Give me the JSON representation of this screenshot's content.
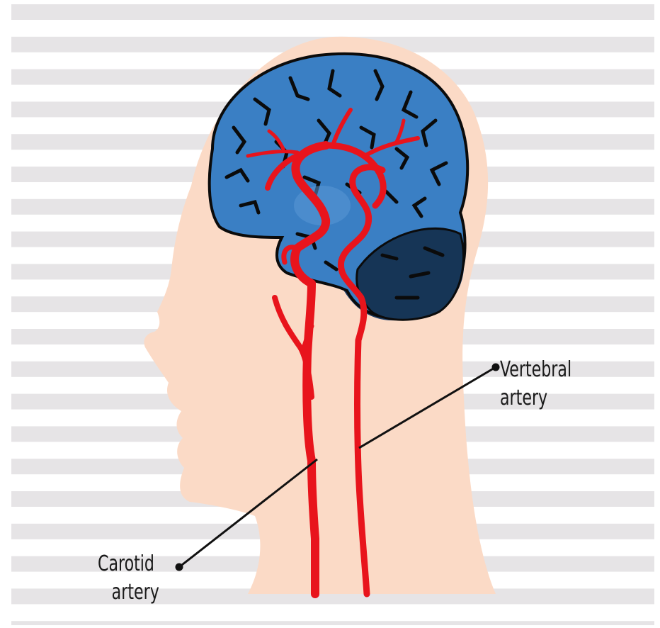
{
  "labels": {
    "vertebral_line1": "Vertebral",
    "vertebral_line2": "artery",
    "carotid_line1": "Carotid",
    "carotid_line2": "artery"
  },
  "colors": {
    "background": "#ffffff",
    "stripe": "#e6e4e6",
    "skin": "#fbdac6",
    "brain": "#3a7fc4",
    "brain_shadow": "#1f3e66",
    "gyri_lines": "#0b0b0b",
    "artery": "#e8141c",
    "leader_line": "#111111"
  },
  "icons": {
    "head": "head-silhouette-icon",
    "brain": "brain-icon"
  }
}
